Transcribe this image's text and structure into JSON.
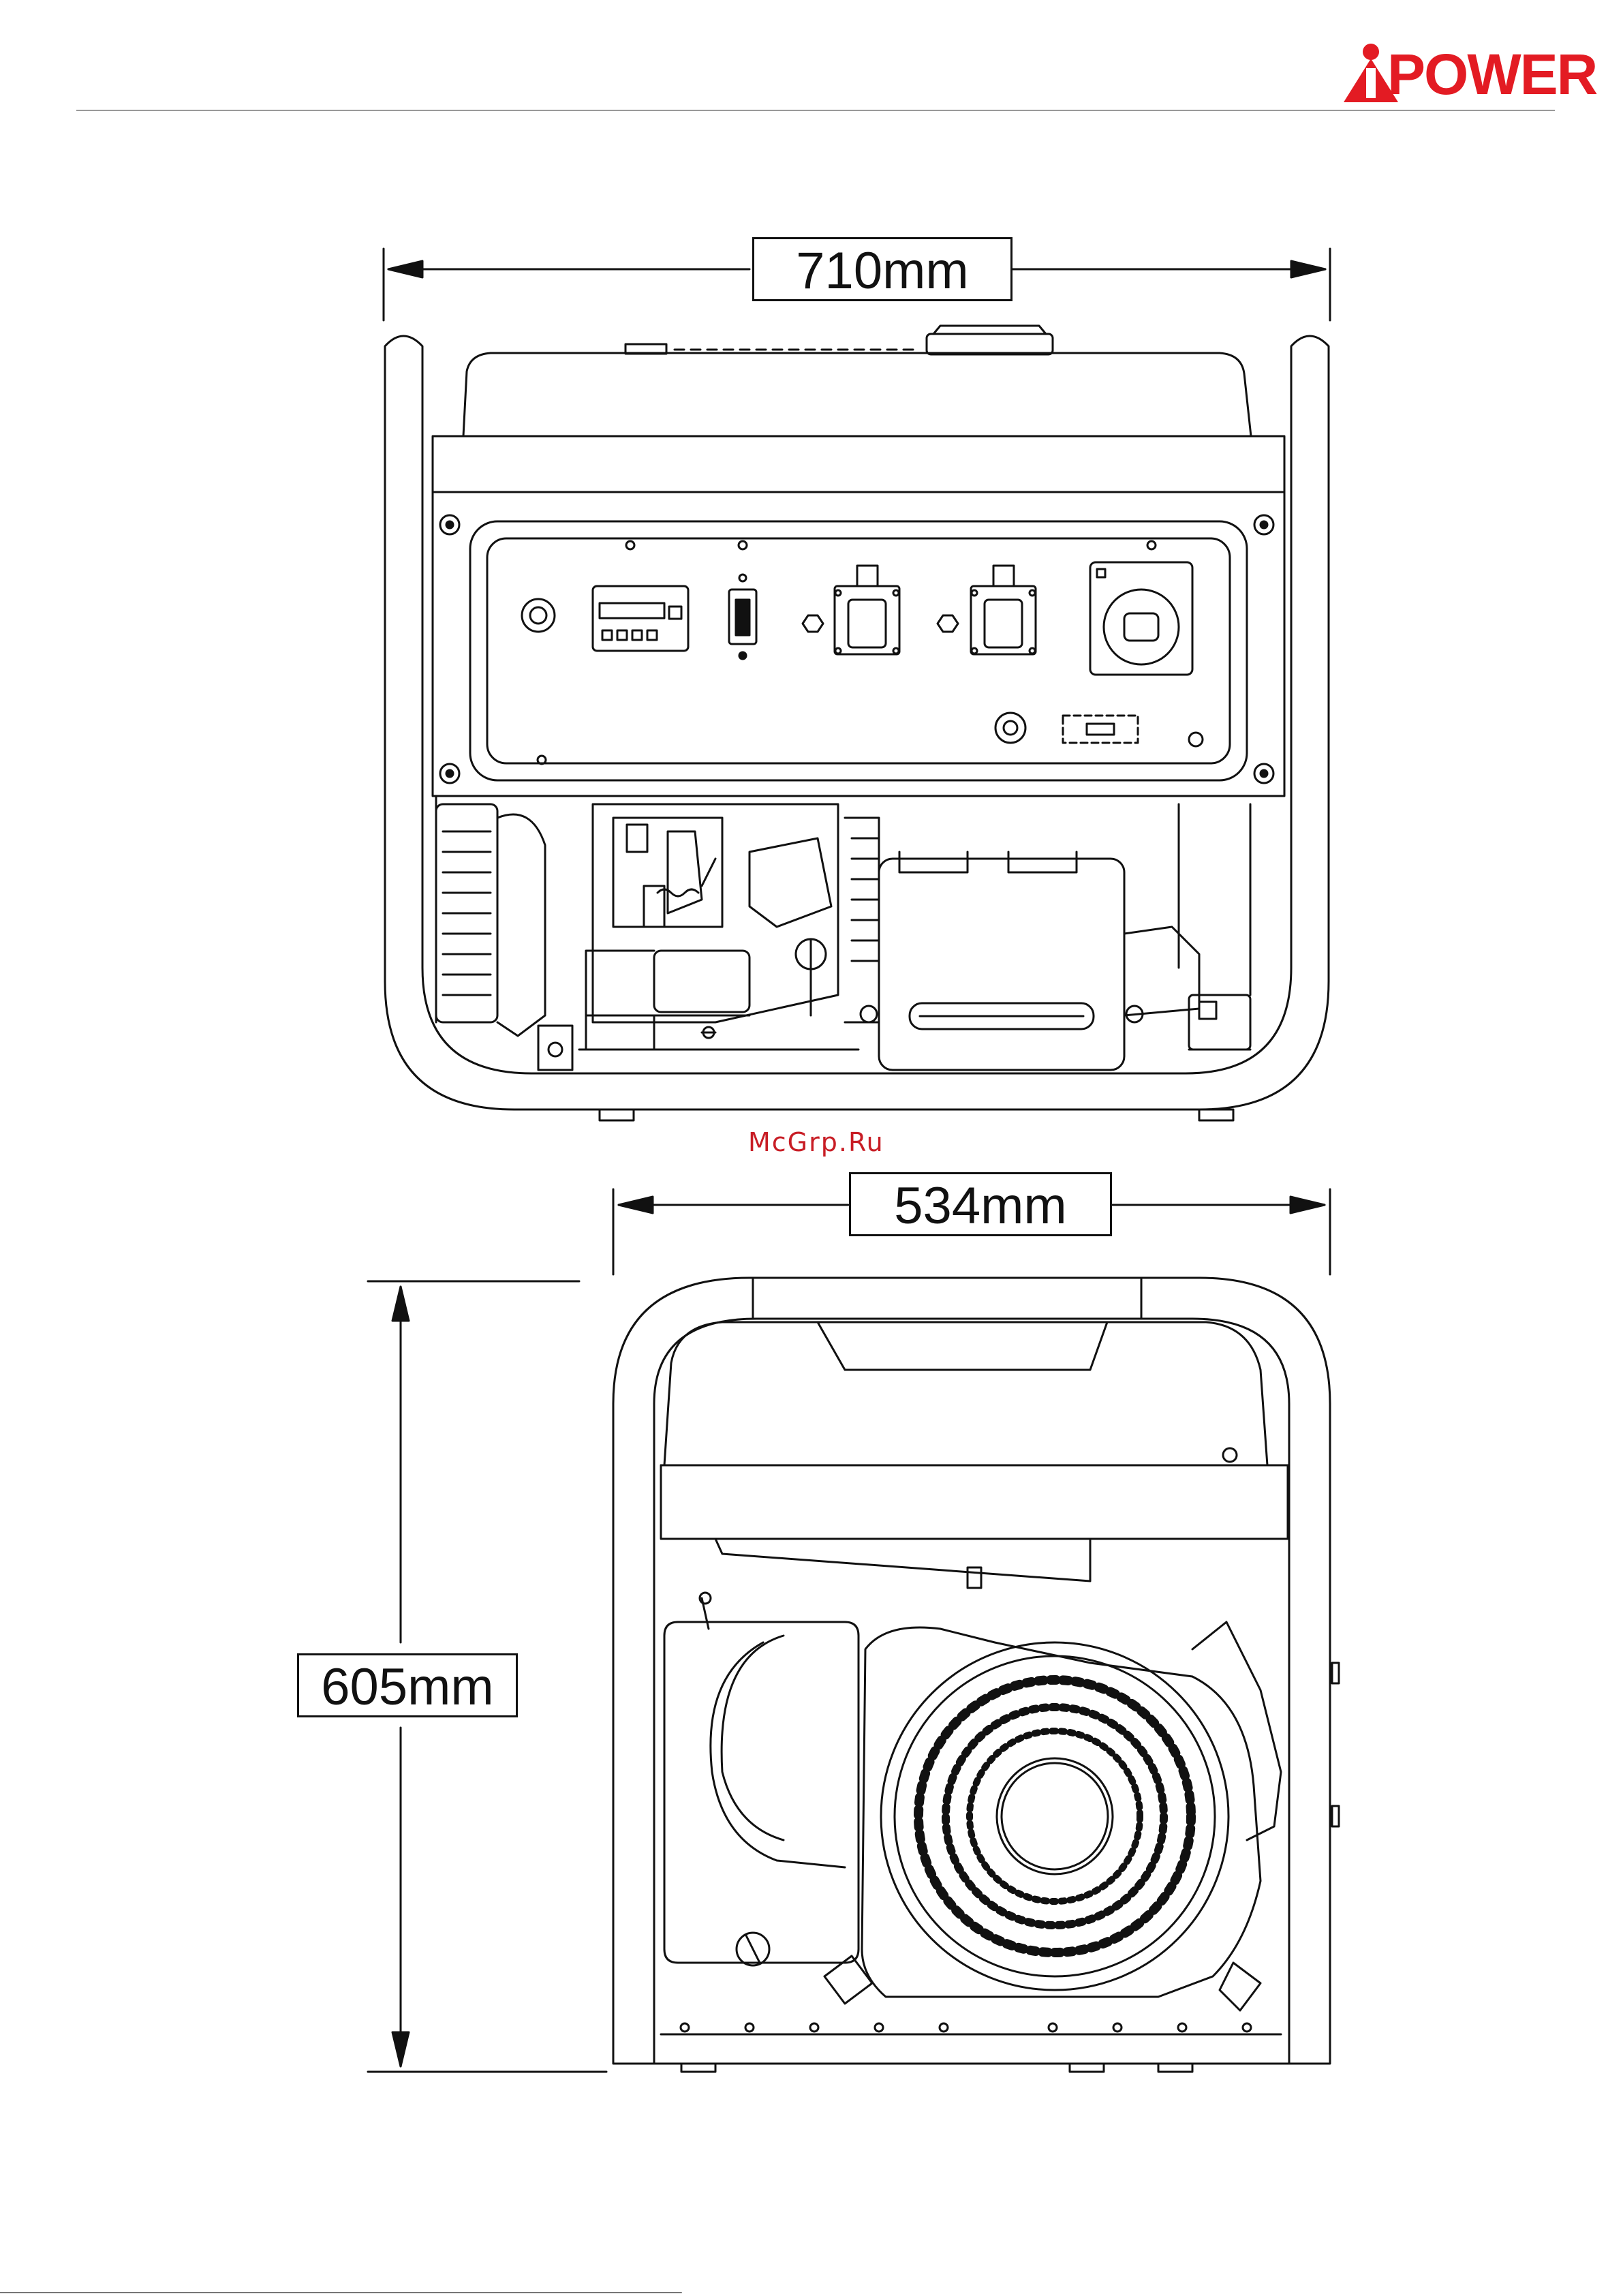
{
  "brand": {
    "name": "POWER",
    "color": "#e31b23"
  },
  "dimensions": {
    "width_front": "710mm",
    "depth_side": "534mm",
    "height_side": "605mm"
  },
  "watermark": "McGrp.Ru"
}
